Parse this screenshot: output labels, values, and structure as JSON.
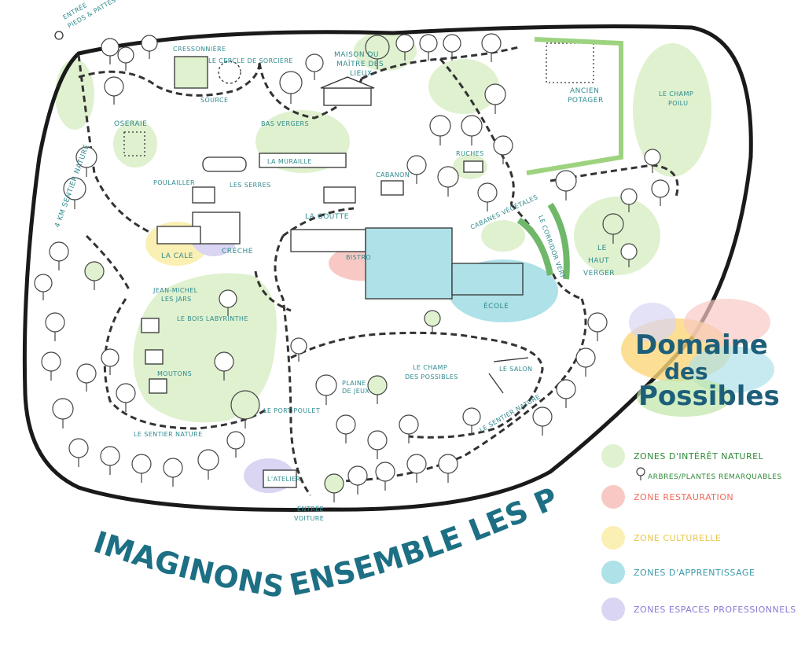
{
  "title": "IMAGINONS ENSEMBLE LES POSSIBLES",
  "logo": {
    "line1": "Domaine",
    "line2": "des",
    "line3": "Possibles"
  },
  "labels": {
    "entree_pieds": "ENTRÉE",
    "entree_pieds2": "PIEDS & PATTES",
    "cressonniere": "CRESSONNIÈRE",
    "cercle_sorciere": "LE CERCLE DE SORCIÈRE",
    "source": "SOURCE",
    "maison_maitre": "MAISON DU",
    "maison_maitre2": "MAÎTRE DES",
    "maison_maitre3": "LIEUX",
    "oseraie": "OSERAIE",
    "bas_vergers": "BAS VERGERS",
    "la_muraille": "LA MURAILLE",
    "les_serres": "LES SERRES",
    "poulailler": "POULAILLER",
    "la_goutte": "LA GOUTTE",
    "cabanon": "CABANON",
    "ruches": "RUCHES",
    "ancien_potager": "ANCIEN",
    "ancien_potager2": "POTAGER",
    "champ_poilu": "LE CHAMP",
    "champ_poilu2": "POILU",
    "sentier_nature_left": "4 KM SENTIER NATURE",
    "la_cale": "LA CALE",
    "creche": "CRÈCHE",
    "bistro": "BISTRO",
    "cabanes_vegetales": "CABANES VÉGÉTALES",
    "corridor_vert": "LE CORRIDOR VERT",
    "haut_verger": "LE",
    "haut_verger2": "HAUT",
    "haut_verger3": "VERGER",
    "ecole": "ÉCOLE",
    "jean_michel": "JEAN-MICHEL",
    "jean_michel2": "LES JARS",
    "bois_labyrinthe": "LE BOIS LABYRINTHE",
    "moutons": "MOUTONS",
    "champ_possibles": "LE CHAMP",
    "champ_possibles2": "DES POSSIBLES",
    "le_salon": "LE SALON",
    "plaine_jeux": "PLAINE",
    "plaine_jeux2": "DE JEUX",
    "sentier_nature_bottom": "LE SENTIER NATURE",
    "sentier_nature_right": "LE SENTIER NATURE",
    "port_poulet": "LE PORT-POULET",
    "atelier": "L'ATELIER",
    "entree_voiture": "ENTRÉE",
    "entree_voiture2": "VOITURE"
  },
  "legend": [
    {
      "label": "ZONES D'INTÉRÊT NATUREL",
      "color": "#dff1cf",
      "text_color": "#2e8a3a"
    },
    {
      "label": "ARBRES/PLANTES REMARQUABLES",
      "color": "",
      "text_color": "#2e8a3a"
    },
    {
      "label": "ZONE RESTAURATION",
      "color": "#f8c9c4",
      "text_color": "#ee6b5c"
    },
    {
      "label": "ZONE CULTURELLE",
      "color": "#fbf0b3",
      "text_color": "#e8c64a"
    },
    {
      "label": "ZONES D'APPRENTISSAGE",
      "color": "#aee1e8",
      "text_color": "#3a9aa8"
    },
    {
      "label": "ZONES ESPACES PROFESSIONNELS",
      "color": "#d9d5f3",
      "text_color": "#8a78d6"
    }
  ],
  "colors": {
    "nature": "#dff1cf",
    "restauration": "#f8c9c4",
    "culturelle": "#fbf0b3",
    "apprentissage": "#aee1e8",
    "professionnel": "#d9d5f3",
    "label": "#2f8a8e",
    "title": "#1d6f84"
  },
  "icons": [
    "tree-icon",
    "building-icon",
    "greenhouse-icon",
    "path-icon"
  ]
}
